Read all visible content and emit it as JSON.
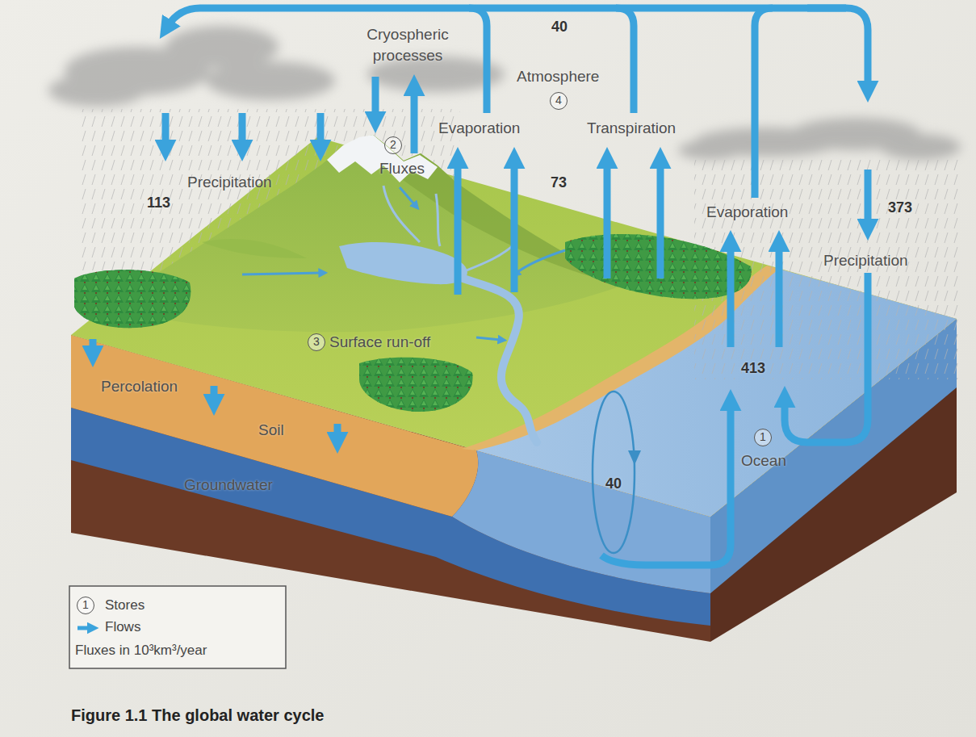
{
  "diagram": {
    "caption": "Figure 1.1 The global water cycle",
    "labels": [
      "40",
      "Cryospheric processes",
      "Atmosphere",
      "4",
      "2",
      "Fluxes",
      "Evaporation",
      "Transpiration",
      "Precipitation",
      "113",
      "73",
      "Evaporation",
      "373",
      "Precipitation",
      "3",
      "Surface run-off",
      "413",
      "Percolation",
      "Soil",
      "1",
      "Ocean",
      "40",
      "Groundwater",
      "1"
    ],
    "legend": [
      {
        "text": "Stores"
      },
      {
        "text": "Flows"
      },
      {
        "text": "Fluxes in 10³km³/year"
      }
    ]
  }
}
